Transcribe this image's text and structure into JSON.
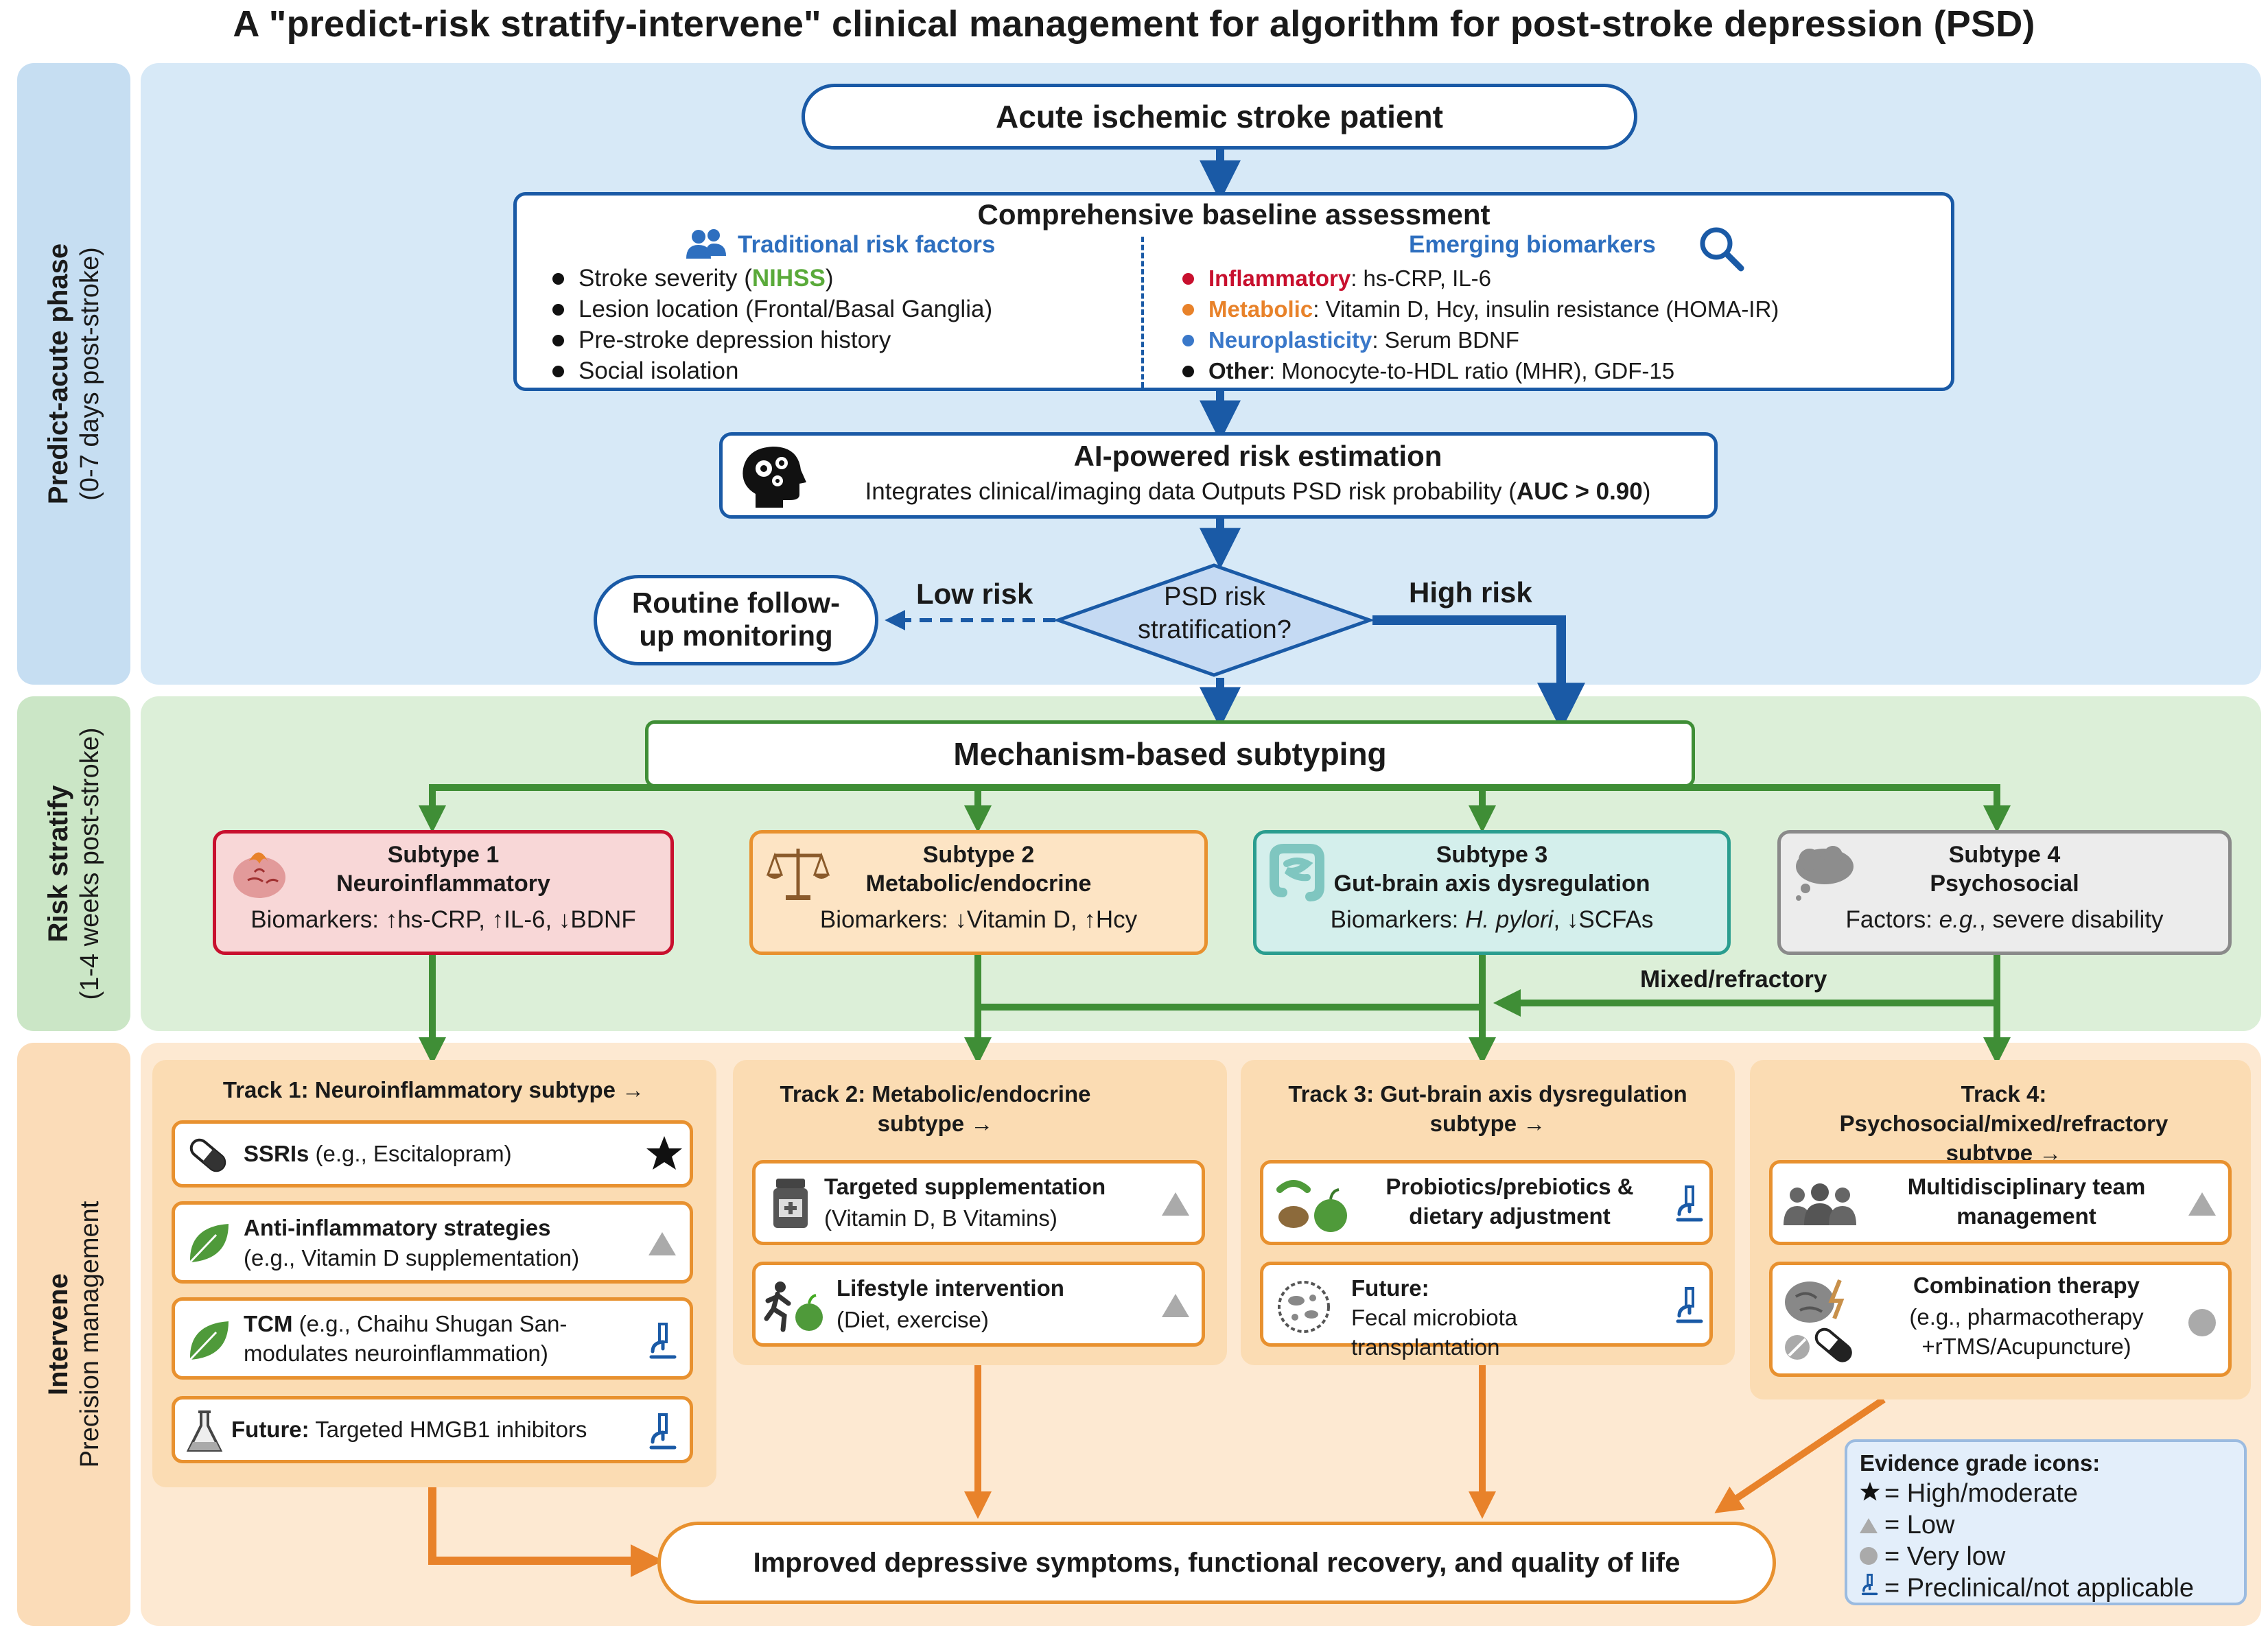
{
  "title": "A \"predict-risk stratify-intervene\" clinical management for algorithm for post-stroke depression (PSD)",
  "phases": [
    {
      "name": "Predict-acute phase",
      "period": "(0-7 days post-stroke)"
    },
    {
      "name": "Risk stratify",
      "period": "(1-4 weeks post-stroke)"
    },
    {
      "name": "Intervene",
      "period": "Precision management"
    }
  ],
  "colors": {
    "predict_bg": "#d7e9f7",
    "stratify_bg": "#dcefd8",
    "intervene_bg": "#fde9d2",
    "blue": "#1a5aa6",
    "green": "#3f8e36",
    "orange": "#e8912f"
  },
  "start_node": "Acute ischemic stroke patient",
  "baseline": {
    "title": "Comprehensive baseline assessment",
    "traditional_title": "Traditional risk factors",
    "traditional_icon": "people-icon",
    "traditional": [
      {
        "pre": "Stroke severity (",
        "hl": "NIHSS",
        "post": ")"
      },
      {
        "pre": "Lesion location (Frontal/Basal Ganglia)",
        "hl": "",
        "post": ""
      },
      {
        "pre": "Pre-stroke depression history",
        "hl": "",
        "post": ""
      },
      {
        "pre": "Social isolation",
        "hl": "",
        "post": ""
      }
    ],
    "emerging_title": "Emerging biomarkers",
    "emerging_icon": "magnifier-icon",
    "emerging": [
      {
        "label": "Inflammatory",
        "rest": ": hs-CRP, IL-6",
        "color": "#c8102e"
      },
      {
        "label": "Metabolic",
        "rest": ": Vitamin D, Hcy, insulin resistance (HOMA-IR)",
        "color": "#e8822a"
      },
      {
        "label": "Neuroplasticity",
        "rest": ": Serum BDNF",
        "color": "#3a78c9"
      },
      {
        "label": "Other",
        "rest": ": Monocyte-to-HDL ratio (MHR), GDF-15",
        "color": "#111111"
      }
    ]
  },
  "ai": {
    "title": "AI-powered risk estimation",
    "desc_pre": "Integrates clinical/imaging data  Outputs PSD risk probability (",
    "desc_bold": "AUC > 0.90",
    "desc_post": ")",
    "icon": "brain-gears-icon"
  },
  "decision": {
    "text": "PSD risk stratification?",
    "low": "Low risk",
    "high": "High risk"
  },
  "routine": "Routine follow-up monitoring",
  "subtyping": "Mechanism-based subtyping",
  "subtypes": [
    {
      "title": "Subtype 1",
      "name": "Neuroinflammatory",
      "bio_label": "Biomarkers: ",
      "bio": "↑hs-CRP, ↑IL-6, ↓BDNF",
      "icon": "inflamed-brain-icon"
    },
    {
      "title": "Subtype 2",
      "name": "Metabolic/endocrine",
      "bio_label": "Biomarkers: ",
      "bio": "↓Vitamin D, ↑Hcy",
      "icon": "balance-scale-icon"
    },
    {
      "title": "Subtype 3",
      "name": "Gut-brain axis dysregulation",
      "bio_label": "Biomarkers: ",
      "bio_italic": "H. pylori",
      "bio": ", ↓SCFAs",
      "icon": "intestine-icon"
    },
    {
      "title": "Subtype 4",
      "name": "Psychosocial",
      "bio_label": "Factors: ",
      "bio_italic": "e.g.",
      "bio": ", severe disability",
      "icon": "thought-cloud-icon"
    }
  ],
  "mixed_label": "Mixed/refractory",
  "tracks": [
    {
      "title": "Track 1: Neuroinflammatory subtype →",
      "items": [
        {
          "bold": "SSRIs",
          "rest": " (e.g., Escitalopram)",
          "icon": "capsule-icon",
          "grade": "star"
        },
        {
          "bold": "Anti-inflammatory strategies",
          "rest": "(e.g., Vitamin D supplementation)",
          "icon": "leaf-icon",
          "grade": "triangle"
        },
        {
          "bold": "TCM",
          "rest": " (e.g., Chaihu Shugan San-modulates neuroinflammation)",
          "icon": "leaf-icon",
          "grade": "microscope"
        },
        {
          "bold": "Future:",
          "rest": " Targeted HMGB1 inhibitors",
          "icon": "flask-icon",
          "grade": "microscope"
        }
      ]
    },
    {
      "title": "Track 2: Metabolic/endocrine subtype →",
      "items": [
        {
          "bold": "Targeted supplementation",
          "rest": "(Vitamin D, B Vitamins)",
          "icon": "pill-bottle-icon",
          "grade": "triangle"
        },
        {
          "bold": "Lifestyle intervention",
          "rest": "(Diet, exercise)",
          "icon": "runner-apple-icon",
          "grade": "triangle"
        }
      ]
    },
    {
      "title": "Track 3: Gut-brain axis dysregulation subtype →",
      "items": [
        {
          "bold": "Probiotics/prebiotics & dietary adjustment",
          "rest": "",
          "icon": "probiotics-icon",
          "grade": "microscope"
        },
        {
          "bold": "Future:",
          "rest": " Fecal microbiota transplantation",
          "icon": "microbe-icon",
          "grade": "microscope"
        }
      ]
    },
    {
      "title": "Track 4: Psychosocial/mixed/refractory subtype →",
      "items": [
        {
          "bold": "Multidisciplinary team management",
          "rest": "",
          "icon": "team-icon",
          "grade": "triangle"
        },
        {
          "bold": "Combination therapy",
          "rest": "(e.g., pharmacotherapy +rTMS/Acupuncture)",
          "icon": "brain-pill-icon",
          "grade": "circle"
        }
      ]
    }
  ],
  "outcome": "Improved depressive symptoms, functional recovery, and quality of life",
  "legend": {
    "title": "Evidence grade icons:",
    "items": [
      {
        "icon": "star-icon",
        "label": "= High/moderate"
      },
      {
        "icon": "triangle-icon",
        "label": "= Low"
      },
      {
        "icon": "circle-icon",
        "label": "= Very low"
      },
      {
        "icon": "microscope-icon",
        "label": "= Preclinical/not applicable"
      }
    ]
  }
}
